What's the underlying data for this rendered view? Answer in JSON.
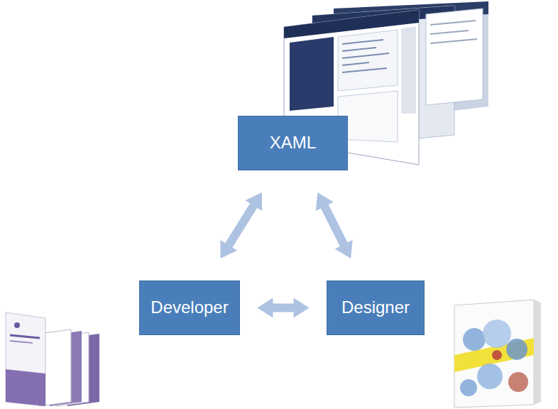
{
  "diagram": {
    "nodes": [
      {
        "text": [
          "XAML"
        ]
      },
      {
        "text": [
          "Developer"
        ]
      },
      {
        "text": [
          "Designer"
        ]
      }
    ],
    "edges": [
      {
        "from": 0,
        "to": 1,
        "arrow": "both"
      },
      {
        "from": 0,
        "to": 2,
        "arrow": "both"
      },
      {
        "from": 1,
        "to": 2,
        "arrow": "both"
      }
    ]
  }
}
